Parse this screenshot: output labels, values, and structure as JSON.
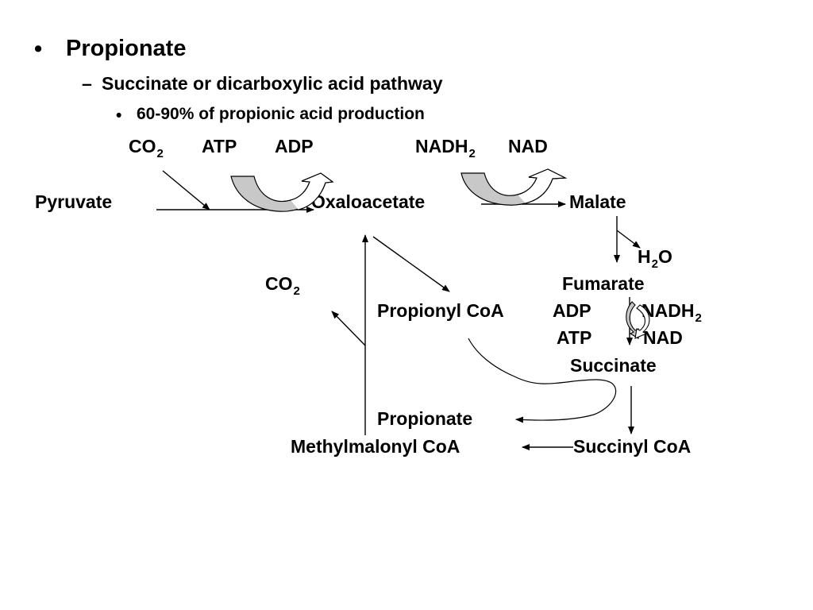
{
  "bullets": {
    "level1": {
      "marker": "•",
      "text": "Propionate"
    },
    "level2": {
      "marker": "–",
      "text": "Succinate or dicarboxylic acid pathway"
    },
    "level3": {
      "marker": "•",
      "text": "60-90% of propionic acid production"
    }
  },
  "cofactors": {
    "co2_top": {
      "main": "CO",
      "sub": "2"
    },
    "atp_top": "ATP",
    "adp_top": "ADP",
    "nadh2_top": {
      "main": "NADH",
      "sub": "2"
    },
    "nad_top": "NAD",
    "h2o": {
      "main": "H",
      "sub": "2",
      "after": "O"
    },
    "co2_left": {
      "main": "CO",
      "sub": "2"
    },
    "adp_right": "ADP",
    "nadh2_right": {
      "main": "NADH",
      "sub": "2"
    },
    "atp_right": "ATP",
    "nad_right": "NAD"
  },
  "metabolites": {
    "pyruvate": "Pyruvate",
    "oxaloacetate": "Oxaloacetate",
    "malate": "Malate",
    "fumarate": "Fumarate",
    "succinate": "Succinate",
    "succinyl_coa": "Succinyl CoA",
    "methylmalonyl_coa": "Methylmalonyl CoA",
    "propionyl_coa": "Propionyl CoA",
    "propionate": "Propionate"
  },
  "colors": {
    "curve_fill": "#c8c8c8",
    "stroke": "#000000"
  }
}
